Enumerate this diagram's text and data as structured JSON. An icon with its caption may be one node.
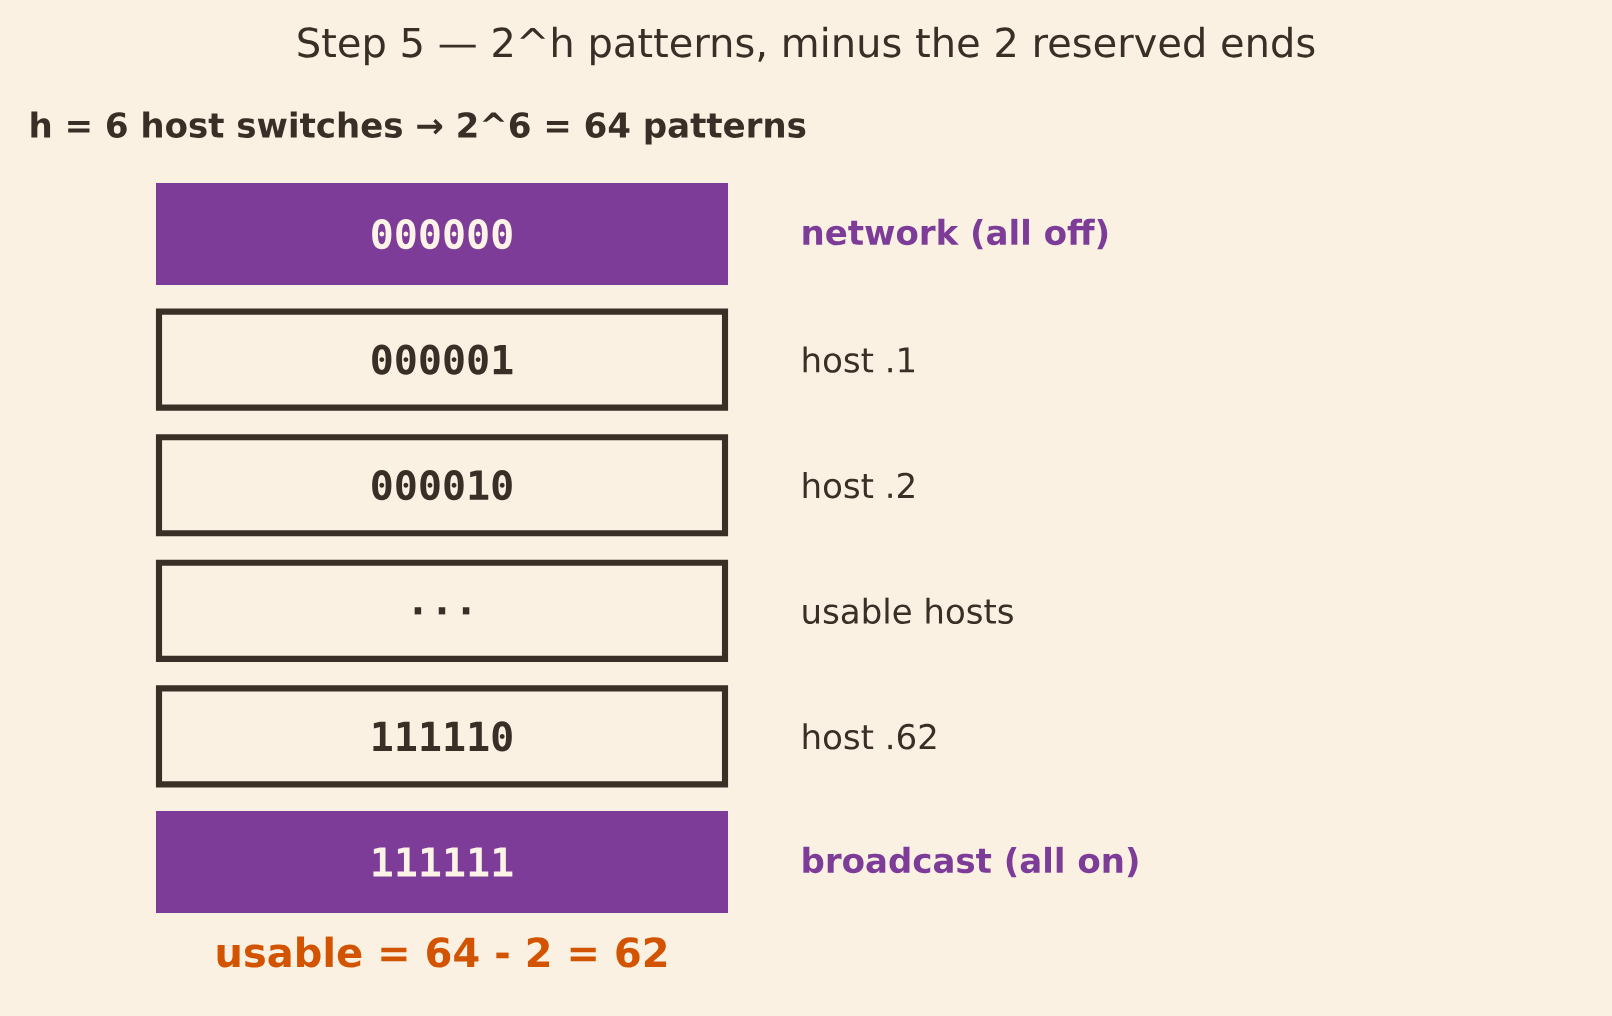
{
  "diagram": {
    "title": "Step 5 — 2^h patterns, minus the 2 reserved ends",
    "nodes": [
      {
        "text": [
          "000000"
        ],
        "beside": [
          "network (all off)"
        ]
      },
      {
        "text": [
          "000001"
        ],
        "beside": [
          "host .1"
        ]
      },
      {
        "text": [
          "000010"
        ],
        "beside": [
          "host .2"
        ]
      },
      {
        "text": [
          "..."
        ],
        "beside": [
          "usable hosts"
        ]
      },
      {
        "text": [
          "111110"
        ],
        "beside": [
          "host .62"
        ]
      },
      {
        "text": [
          "111111"
        ],
        "beside": [
          "broadcast (all on)"
        ]
      }
    ],
    "labels": [
      "h = 6 host switches → 2^6 = 64 patterns",
      "usable = 64 - 2 = 62"
    ]
  }
}
